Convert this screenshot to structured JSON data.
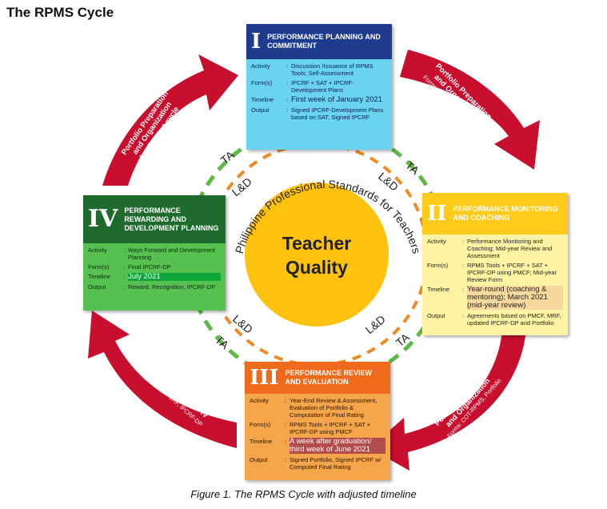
{
  "title": "The RPMS Cycle",
  "caption": "Figure 1. The RPMS Cycle with adjusted timeline",
  "center": {
    "line1": "Teacher",
    "line2": "Quality",
    "ring_text": "Philippine Professional Standards for Teachers"
  },
  "ring_labels": {
    "ta": "TA",
    "ld": "L&D"
  },
  "arrows": {
    "top_right": {
      "line1": "Portfolio Preparation",
      "line2": "and Organization",
      "line3": "Forms: COT-RPMS, Portfolio"
    },
    "bottom_right": {
      "line1": "Portfolio Preparation",
      "line2": "and Organization",
      "line3": "Forms: COT-RPMS, Portfolio"
    },
    "bottom_left": {
      "line1": "Preparation for Phase IV",
      "line2": "Tools: Portfolio, IPCRF, IPCRF-DP"
    },
    "top_left": {
      "line1": "Portfolio Preparation",
      "line2": "and Organization",
      "line3": "for the next cycle"
    }
  },
  "labels": {
    "activity": "Activity",
    "forms": "Form(s)",
    "timeline": "Timeline",
    "output": "Output",
    "colon": ":"
  },
  "phases": {
    "p1": {
      "numeral": "I",
      "title": "Performance Planning and Commitment",
      "activity": "Discussion /Issuance of RPMS Tools; Self-Assessment",
      "forms": "IPCRF + SAT + IPCRF-Development Plans",
      "timeline": "First week of January 2021",
      "output": "Signed IPCRF-Development Plans based on SAT, Signed IPCRF"
    },
    "p2": {
      "numeral": "II",
      "title": "Performance Monitoring and Coaching",
      "activity": "Performance Monitoring and Coaching; Mid-year Review and Assessment",
      "forms": "RPMS Tools + IPCRF + SAT + IPCRF-DP using PMCF; Mid-year Review Form",
      "timeline": "Year-round (coaching & mentoring); March 2021 (mid-year review)",
      "output": "Agreements based on PMCF, MRF, updated IPCRF-DP and Portfolio"
    },
    "p3": {
      "numeral": "III",
      "title": "Performance Review and Evaluation",
      "activity": "Year-End Review & Assessment, Evaluation of Portfolio & Computation of Final Rating",
      "forms": "RPMS Tools + IPCRF + SAT + IPCRF-DP using PMCF",
      "timeline": "A week after graduation/ third week of June 2021",
      "output": "Signed Portfolio, Signed IPCRF w/ Computed Final Rating"
    },
    "p4": {
      "numeral": "IV",
      "title": "Performance Rewarding and Development Planning",
      "activity": "Ways Forward and Development Planning",
      "forms": "Final IPCRF-DP",
      "timeline": "July 2021",
      "output": "Reward, Recognition, IPCRF-DP"
    }
  },
  "colors": {
    "arrow_red": "#c8102e",
    "dash_green": "#5cb947",
    "dash_orange": "#f08a24",
    "center_yellow": "#ffc20e",
    "phase1": "#1e3b8e",
    "phase2": "#ffcb1b",
    "phase3": "#ef6a1a",
    "phase4": "#1f6b2e"
  }
}
